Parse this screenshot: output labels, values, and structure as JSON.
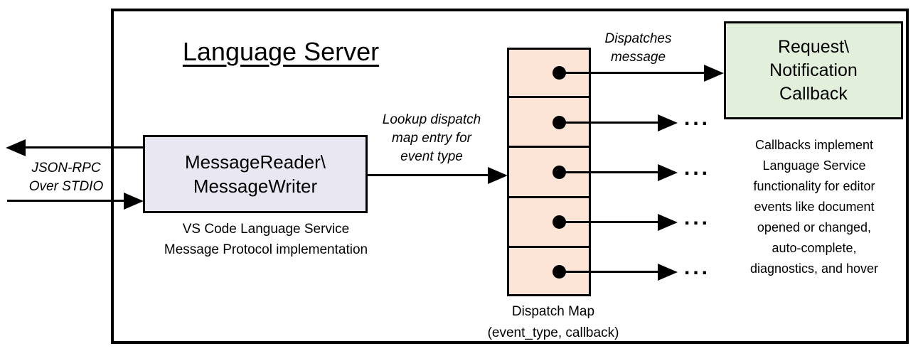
{
  "title": "Language Server",
  "colors": {
    "outline": "#000000",
    "handler_box_fill": "#e9e7f2",
    "dispatch_cell_fill": "#fce4d6",
    "callback_box_fill": "#e2efda"
  },
  "io": {
    "label": "JSON-RPC\nOver STDIO"
  },
  "message_handler": {
    "label": "MessageReader\\\nMessageWriter",
    "caption": "VS Code Language Service\nMessage Protocol implementation"
  },
  "lookup_annotation": "Lookup dispatch\nmap entry for\nevent type",
  "dispatch_annotation": "Dispatches\nmessage",
  "dispatch_map": {
    "label": "Dispatch Map\n(event_type, callback)",
    "rows": 5,
    "ellipsis": "..."
  },
  "callback": {
    "label": "Request\\\nNotification\nCallback",
    "caption": "Callbacks implement\nLanguage Service\nfunctionality for editor\nevents like document\nopened or changed,\nauto-complete,\ndiagnostics, and hover"
  }
}
